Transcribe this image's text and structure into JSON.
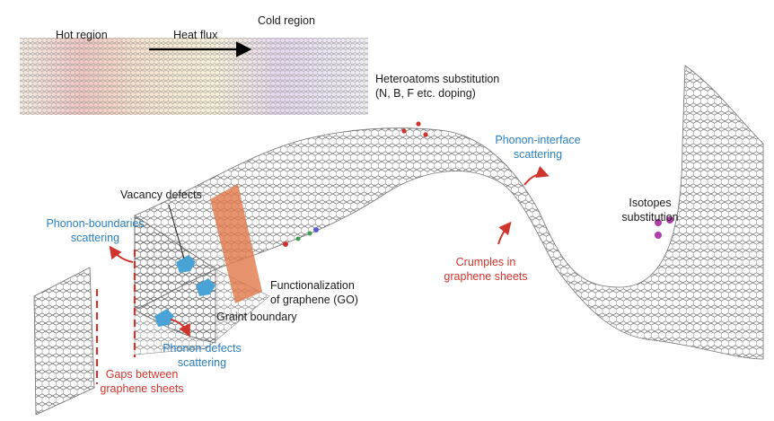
{
  "colors": {
    "text": "#1a1a1a",
    "phonon_label": "#2a7fc1",
    "defect_label": "#d0342c",
    "arrow": "#d0342c",
    "defect_fill": "#4aa3d6",
    "grain_boundary": "#e0784a",
    "dopant": "#d0342c",
    "isotope": "#b03fa8",
    "lattice": "#555555"
  },
  "icons": [
    "heat-flux-arrow-icon",
    "scattering-arrow-icon",
    "vacancy-defect-icon",
    "isotope-atom-icon",
    "dopant-atom-icon"
  ],
  "inset": {
    "hot_label": "Hot region",
    "flux_label": "Heat flux",
    "cold_label": "Cold region"
  },
  "labels": {
    "heteroatoms_line1": "Heteroatoms substitution",
    "heteroatoms_line2": "(N, B, F etc. doping)",
    "phonon_interface_line1": "Phonon-interface",
    "phonon_interface_line2": "scattering",
    "vacancy": "Vacancy defects",
    "phonon_boundaries_line1": "Phonon-boundaries",
    "phonon_boundaries_line2": "scattering",
    "isotopes_line1": "Isotopes",
    "isotopes_line2": "substitution",
    "crumples_line1": "Crumples in",
    "crumples_line2": "graphene sheets",
    "functionalization_line1": "Functionalization",
    "functionalization_line2": "of graphene (GO)",
    "grain": "Graint boundary",
    "phonon_defects_line1": "Phonon-defects",
    "phonon_defects_line2": "scattering",
    "gaps_line1": "Gaps between",
    "gaps_line2": "graphene sheets"
  }
}
